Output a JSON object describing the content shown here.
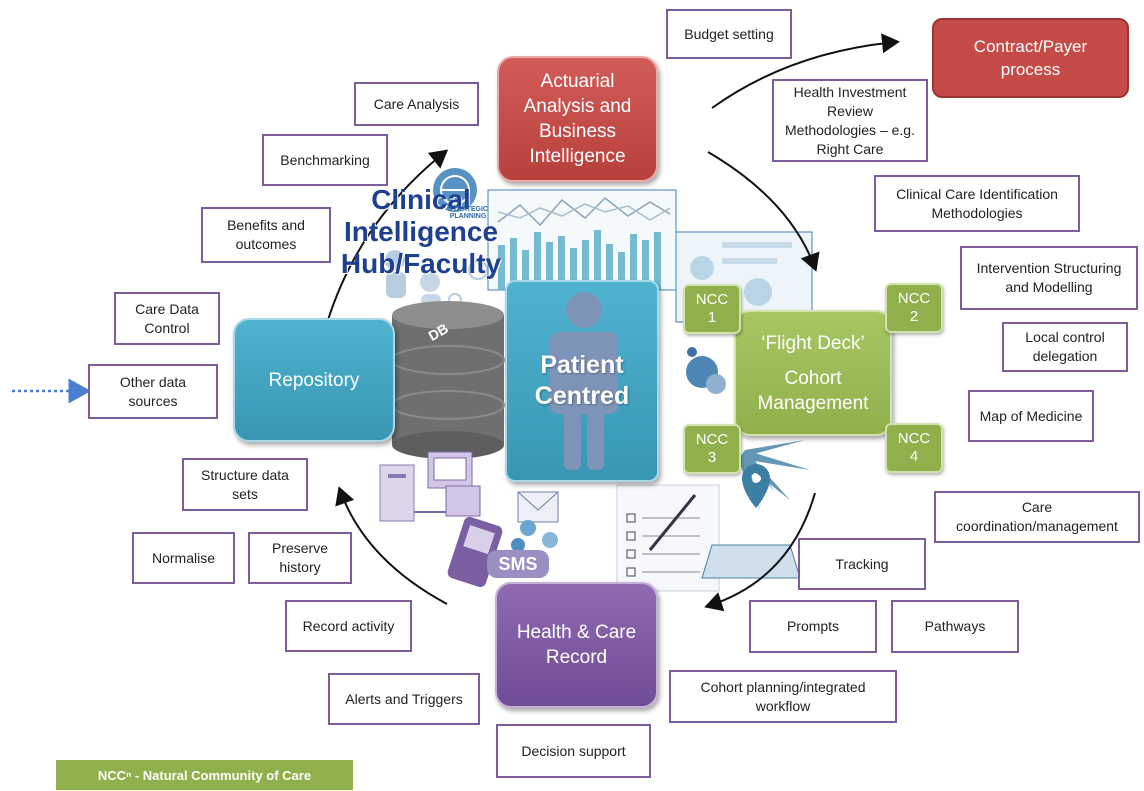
{
  "main_nodes": {
    "actuarial": "Actuarial Analysis and Business Intelligence",
    "contract": "Contract/Payer process",
    "repository": "Repository",
    "patient": "Patient Centred",
    "flight_deck_title": "‘Flight Deck’",
    "flight_deck_sub": "Cohort Management",
    "health_record": "Health & Care Record"
  },
  "hub_title": "Clinical Intelligence Hub/Faculty",
  "ncc_nodes": [
    {
      "label": "NCC",
      "num": "1"
    },
    {
      "label": "NCC",
      "num": "2"
    },
    {
      "label": "NCC",
      "num": "3"
    },
    {
      "label": "NCC",
      "num": "4"
    }
  ],
  "boxes": {
    "budget_setting": "Budget setting",
    "care_analysis": "Care Analysis",
    "health_investment": "Health Investment Review Methodologies – e.g. Right Care",
    "benchmarking": "Benchmarking",
    "clinical_care_id": "Clinical Care Identification Methodologies",
    "benefits": "Benefits and outcomes",
    "intervention": "Intervention Structuring and Modelling",
    "care_data_control": "Care Data Control",
    "local_control": "Local control delegation",
    "other_data": "Other data sources",
    "map_medicine": "Map of Medicine",
    "structure_data": "Structure data sets",
    "care_coordination": "Care coordination/management",
    "normalise": "Normalise",
    "preserve_history": "Preserve history",
    "tracking": "Tracking",
    "record_activity": "Record activity",
    "prompts": "Prompts",
    "pathways": "Pathways",
    "alerts": "Alerts and Triggers",
    "cohort_planning": "Cohort planning/integrated workflow",
    "decision_support": "Decision support"
  },
  "decor": {
    "db_label": "DB",
    "sms_label": "SMS",
    "strategic_label": "STRATEGIC PLANNING"
  },
  "legend": "NCCⁿ - Natural Community of Care",
  "colors": {
    "red": "#c44b47",
    "blue": "#43a6c3",
    "purple": "#7b5aa0",
    "green": "#9bbd56",
    "box_border": "#7d5c9c",
    "hub_text": "#1f3f8f"
  }
}
